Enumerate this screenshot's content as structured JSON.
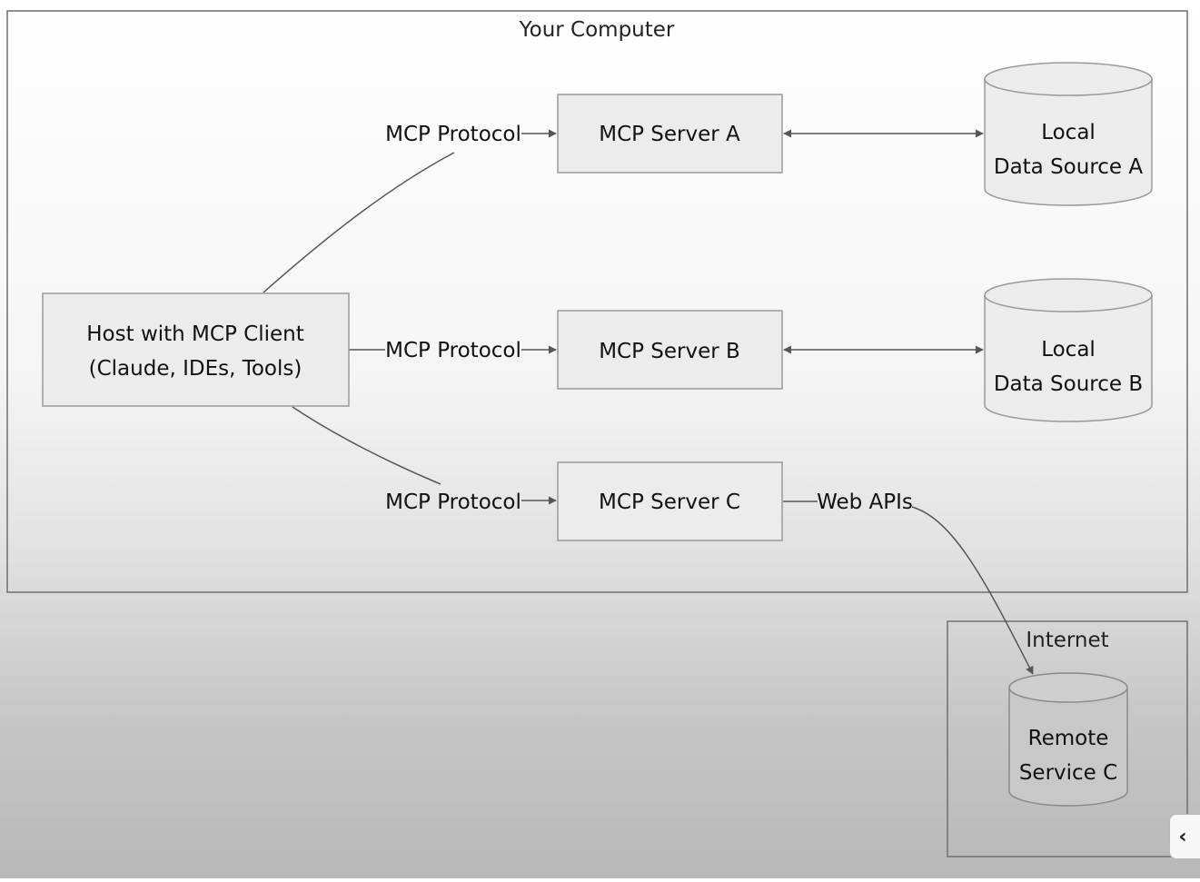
{
  "diagram": {
    "groups": {
      "your_computer": "Your Computer",
      "internet": "Internet"
    },
    "nodes": {
      "host": [
        "Host with MCP Client",
        "(Claude, IDEs, Tools)"
      ],
      "server_a": "MCP Server A",
      "server_b": "MCP Server B",
      "server_c": "MCP Server C",
      "data_a": [
        "Local",
        "Data Source A"
      ],
      "data_b": [
        "Local",
        "Data Source B"
      ],
      "remote_c": [
        "Remote",
        "Service C"
      ]
    },
    "edges": {
      "host_to_a": "MCP Protocol",
      "host_to_b": "MCP Protocol",
      "host_to_c": "MCP Protocol",
      "c_to_remote": "Web APIs"
    }
  },
  "ui": {
    "collapse_icon": "chevron-left-icon",
    "collapse_glyph": "‹"
  },
  "colors": {
    "node_fill": "#ececec",
    "node_stroke": "#9a9a9a",
    "edge": "#555555",
    "frame": "#6f6f6f"
  }
}
